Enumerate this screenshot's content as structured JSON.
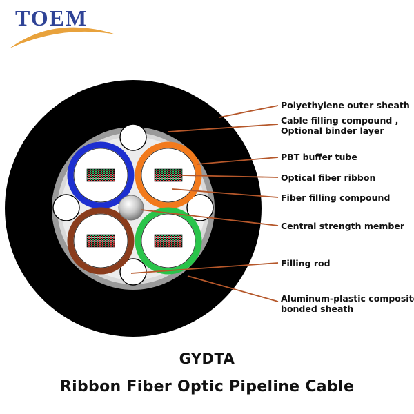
{
  "brand": {
    "logo_text": "TOEM",
    "colors": {
      "text": "#2f4396",
      "swoosh": "#e8a23c"
    }
  },
  "diagram": {
    "labels": {
      "outer_sheath": "Polyethylene outer sheath",
      "filling_compound_line1": "Cable filling compound ,",
      "filling_compound_line2": "Optional binder layer",
      "buffer_tube": "PBT buffer tube",
      "fiber_ribbon": "Optical fiber ribbon",
      "fiber_filling": "Fiber filling compound",
      "strength_member": "Central strength member",
      "filling_rod": "Filling rod",
      "aluminum_sheath_line1": "Aluminum-plastic composite",
      "aluminum_sheath_line2": "bonded sheath"
    },
    "tube_colors": {
      "blue": "#1d2fd0",
      "orange": "#f27a1c",
      "brown": "#8a3c1c",
      "green": "#29c44a"
    },
    "sheath_color": "#000000",
    "leader_color": "#b5572a"
  },
  "caption": {
    "model": "GYDTA",
    "product": "Ribbon Fiber Optic Pipeline Cable"
  }
}
